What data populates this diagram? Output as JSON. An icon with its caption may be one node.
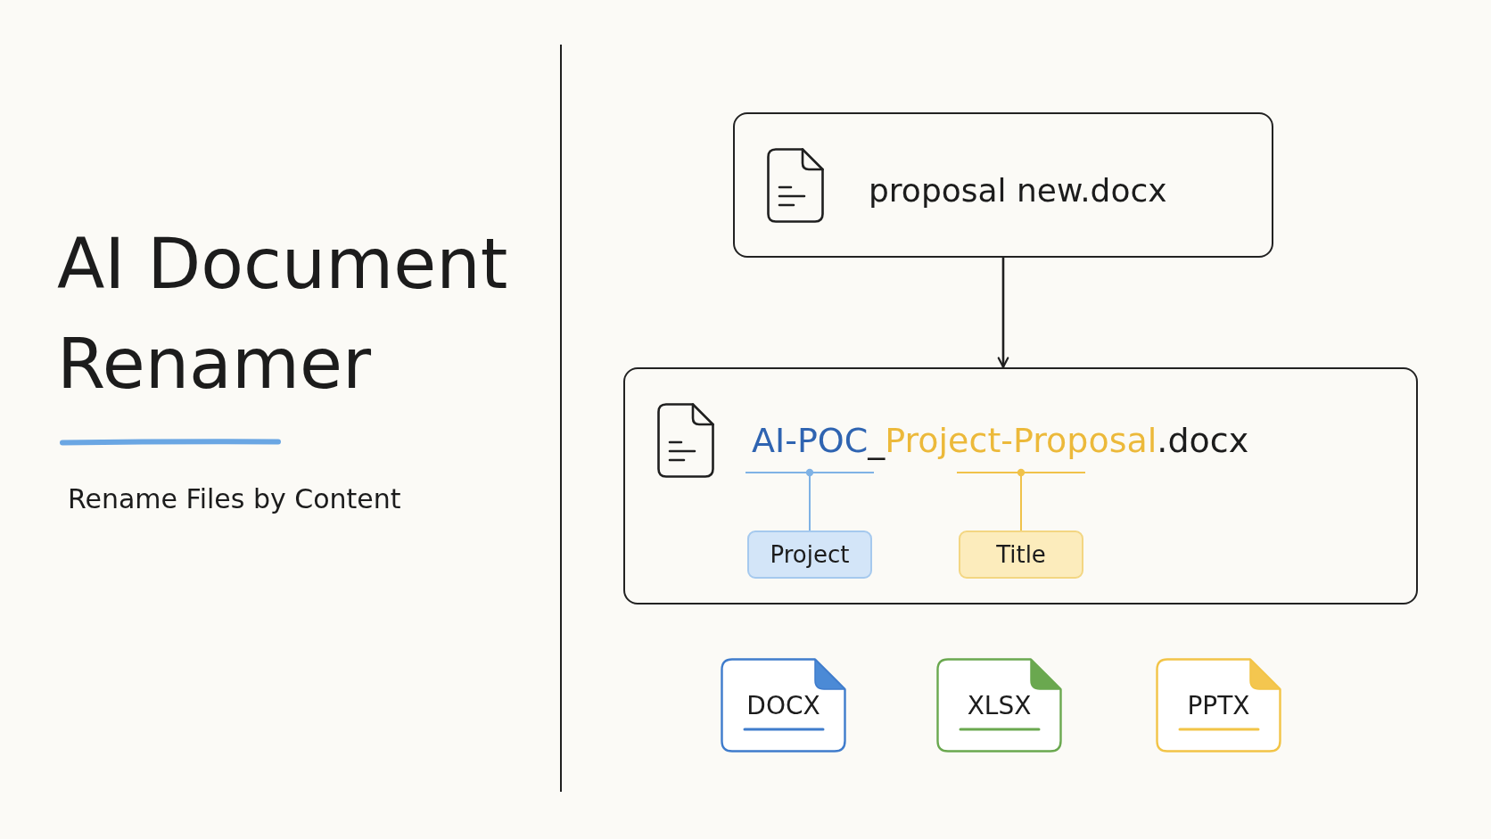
{
  "diagram": {
    "title": "AI Document Renamer",
    "nodes": [
      {
        "text": [
          "proposal new.docx"
        ]
      },
      {
        "text": [
          "AI-POC_Project-Proposal.docx"
        ]
      },
      {
        "text": [
          "Project"
        ],
        "in": 1
      },
      {
        "text": [
          "Title"
        ],
        "in": 1
      },
      {
        "text": [
          "DOCX"
        ]
      },
      {
        "text": [
          "XLSX"
        ]
      },
      {
        "text": [
          "PPTX"
        ]
      }
    ],
    "edges": [
      {
        "from": 0,
        "to": 1,
        "arrow": "to"
      },
      {
        "from": 2,
        "to": null,
        "arrow": "other",
        "color": "#7fb2e5"
      },
      {
        "from": 3,
        "to": null,
        "arrow": "other",
        "color": "#f0c24a"
      }
    ],
    "labels": [
      "Rename Files by Content"
    ]
  }
}
